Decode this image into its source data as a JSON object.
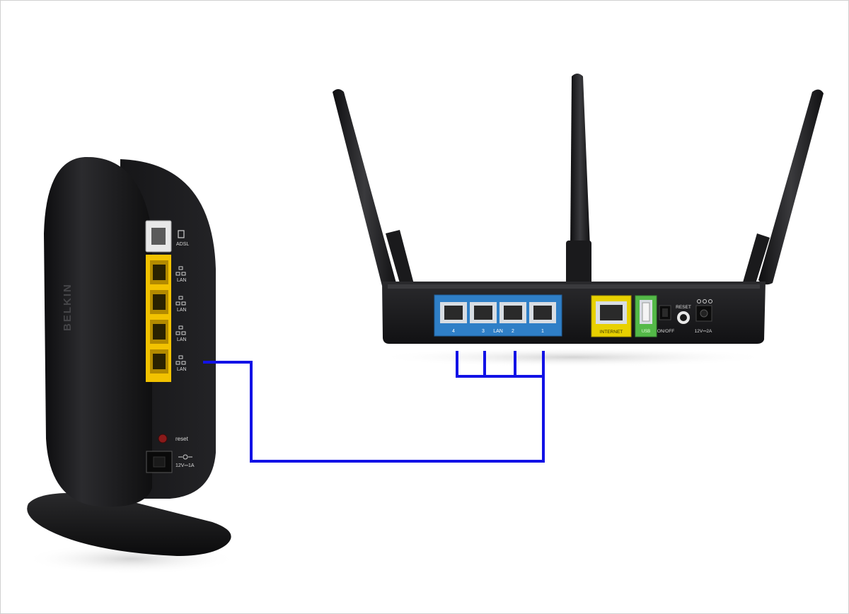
{
  "left_router": {
    "brand": "BELKIN",
    "ports": {
      "adsl": "ADSL",
      "lan": [
        "LAN",
        "LAN",
        "LAN",
        "LAN"
      ]
    },
    "reset_label": "reset",
    "power_label": "12V⎓1A"
  },
  "right_router": {
    "lan_numbers": [
      "4",
      "3",
      "2",
      "1"
    ],
    "lan_label": "LAN",
    "internet_label": "INTERNET",
    "usb_label": "USB",
    "onoff_label": "ON/OFF",
    "reset_label": "RESET",
    "power_label": "12V⎓2A"
  },
  "colors": {
    "cable": "#1212e6",
    "router_body": "#1c1c1e",
    "lan_yellow": "#f2c200",
    "lan_blue_panel": "#2f7fc7",
    "internet_yellow": "#e8d100",
    "usb_green": "#54b948"
  },
  "icons": {
    "phone_port": "phone-port-icon",
    "network": "network-icon",
    "power_polarity": "power-polarity-icon"
  }
}
